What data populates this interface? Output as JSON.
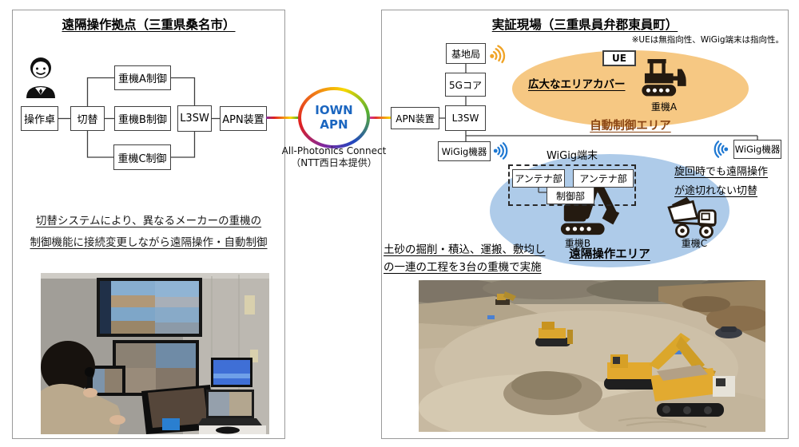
{
  "left_panel": {
    "title": "遠隔操作拠点（三重県桑名市）",
    "nodes": {
      "console": "操作卓",
      "switcher": "切替",
      "ctrl_a": "重機A制御",
      "ctrl_b": "重機B制御",
      "ctrl_c": "重機C制御",
      "l3sw": "L3SW",
      "apn": "APN装置"
    },
    "description_line1": "切替システムにより、異なるメーカーの重機の",
    "description_line2": "制御機能に接続変更しながら遠隔操作・自動制御"
  },
  "network": {
    "name_line1": "IOWN",
    "name_line2": "APN",
    "caption_line1": "All-Photonics Connect",
    "caption_line2": "（NTT西日本提供）"
  },
  "right_panel": {
    "title": "実証現場（三重県員弁郡東員町）",
    "note": "※UEは無指向性、WiGig端末は指向性。",
    "nodes": {
      "base_station": "基地局",
      "core_5g": "5Gコア",
      "apn": "APN装置",
      "l3sw": "L3SW",
      "wigig_left": "WiGig機器",
      "wigig_right": "WiGig機器",
      "ue": "UE",
      "wigig_terminal_label": "WiGig端末",
      "antenna_1": "アンテナ部",
      "antenna_2": "アンテナ部",
      "controller": "制御部"
    },
    "auto_area": {
      "coverage_label": "広大なエリアカバー",
      "machine_a_label": "重機A",
      "area_label": "自動制御エリア"
    },
    "remote_area": {
      "machine_b_label": "重機B",
      "machine_c_label": "重機C",
      "area_label": "遠隔操作エリア",
      "switch_note_line1": "旋回時でも遠隔操作",
      "switch_note_line2": "が途切れない切替"
    },
    "process_note_line1": "土砂の掘削・積込、運搬、敷均し",
    "process_note_line2": "の一連の工程を3台の重機で実施"
  },
  "colors": {
    "auto_area_fill": "#f6c883",
    "remote_area_fill": "#aecbe9",
    "iown_text": "#1b66c0",
    "wifi_orange": "#f0a428",
    "wifi_blue": "#1e78d2",
    "auto_area_text": "#8a4513"
  },
  "icons": {
    "operator": "operator-person-icon",
    "wifi_waves": "wifi-waves-icon",
    "machine_a": "bulldozer-icon",
    "machine_b": "excavator-icon",
    "machine_c": "dump-truck-icon"
  }
}
